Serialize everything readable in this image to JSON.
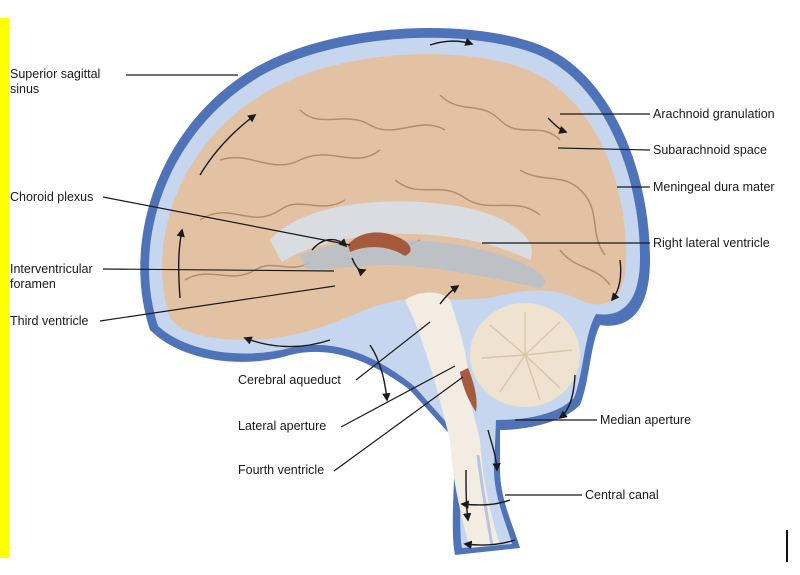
{
  "labels": {
    "superior_sagittal_sinus": "Superior sagittal\nsinus",
    "choroid_plexus": "Choroid plexus",
    "interventricular_foramen": "Interventricular\nforamen",
    "third_ventricle": "Third ventricle",
    "cerebral_aqueduct": "Cerebral aqueduct",
    "lateral_aperture": "Lateral aperture",
    "fourth_ventricle": "Fourth ventricle",
    "arachnoid_granulation": "Arachnoid granulation",
    "subarachnoid_space": "Subarachnoid space",
    "meningeal_dura_mater": "Meningeal dura mater",
    "right_lateral_ventricle": "Right lateral ventricle",
    "median_aperture": "Median aperture",
    "central_canal": "Central canal"
  },
  "colors": {
    "dura": "#4f73b8",
    "csf_space": "#c6d6ee",
    "brain": "#e3c2a4",
    "brain_fold": "#b38d70",
    "ventricle": "#c9d2dc",
    "choroid": "#a65a3c",
    "highlight": "#ffff00"
  }
}
